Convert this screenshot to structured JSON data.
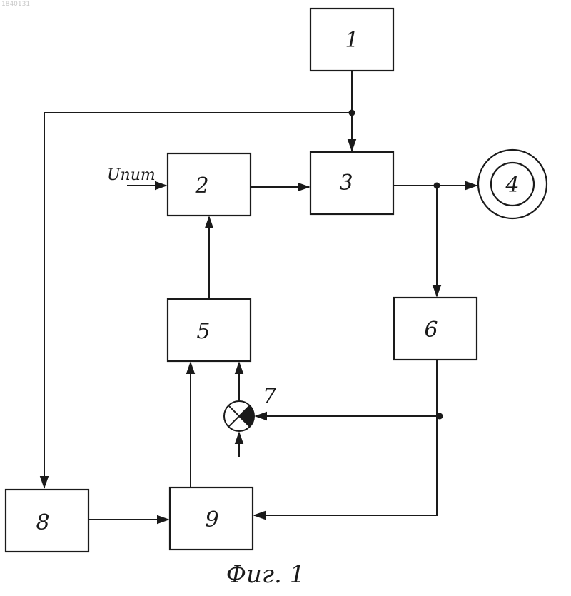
{
  "doc_number": "1840131",
  "caption": "Фиг. 1",
  "input_label": "Uпит",
  "blocks": {
    "b1": "1",
    "b2": "2",
    "b3": "3",
    "b4": "4",
    "b5": "5",
    "b6": "6",
    "b7": "7",
    "b8": "8",
    "b9": "9"
  }
}
